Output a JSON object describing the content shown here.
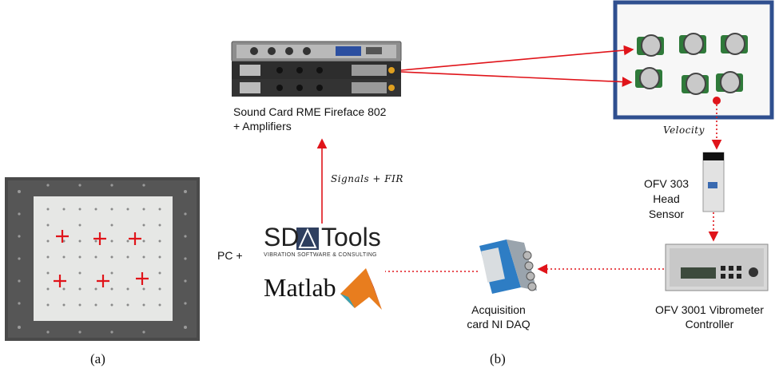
{
  "labels": {
    "sound_card": "Sound Card RME Fireface 802",
    "amplifiers": "+ Amplifiers",
    "signals_fir": "Signals + FIR",
    "velocity": "Velocity",
    "ofv303_l1": "OFV 303",
    "ofv303_l2": "Head",
    "ofv303_l3": "Sensor",
    "pc_plus": "PC +",
    "sdtools_sd": "SD",
    "sdtools_tools": "Tools",
    "sdtools_tagline": "VIBRATION SOFTWARE & CONSULTING",
    "matlab": "Matlab",
    "acq_l1": "Acquisition",
    "acq_l2": "card NI DAQ",
    "vib_l1": "OFV 3001  Vibrometer",
    "vib_l2": "Controller"
  },
  "captions": {
    "a": "(a)",
    "b": "(b)"
  },
  "colors": {
    "arrow": "#e0141a",
    "panel_frame": "#2f4f8f",
    "marker": "#e0141a"
  }
}
